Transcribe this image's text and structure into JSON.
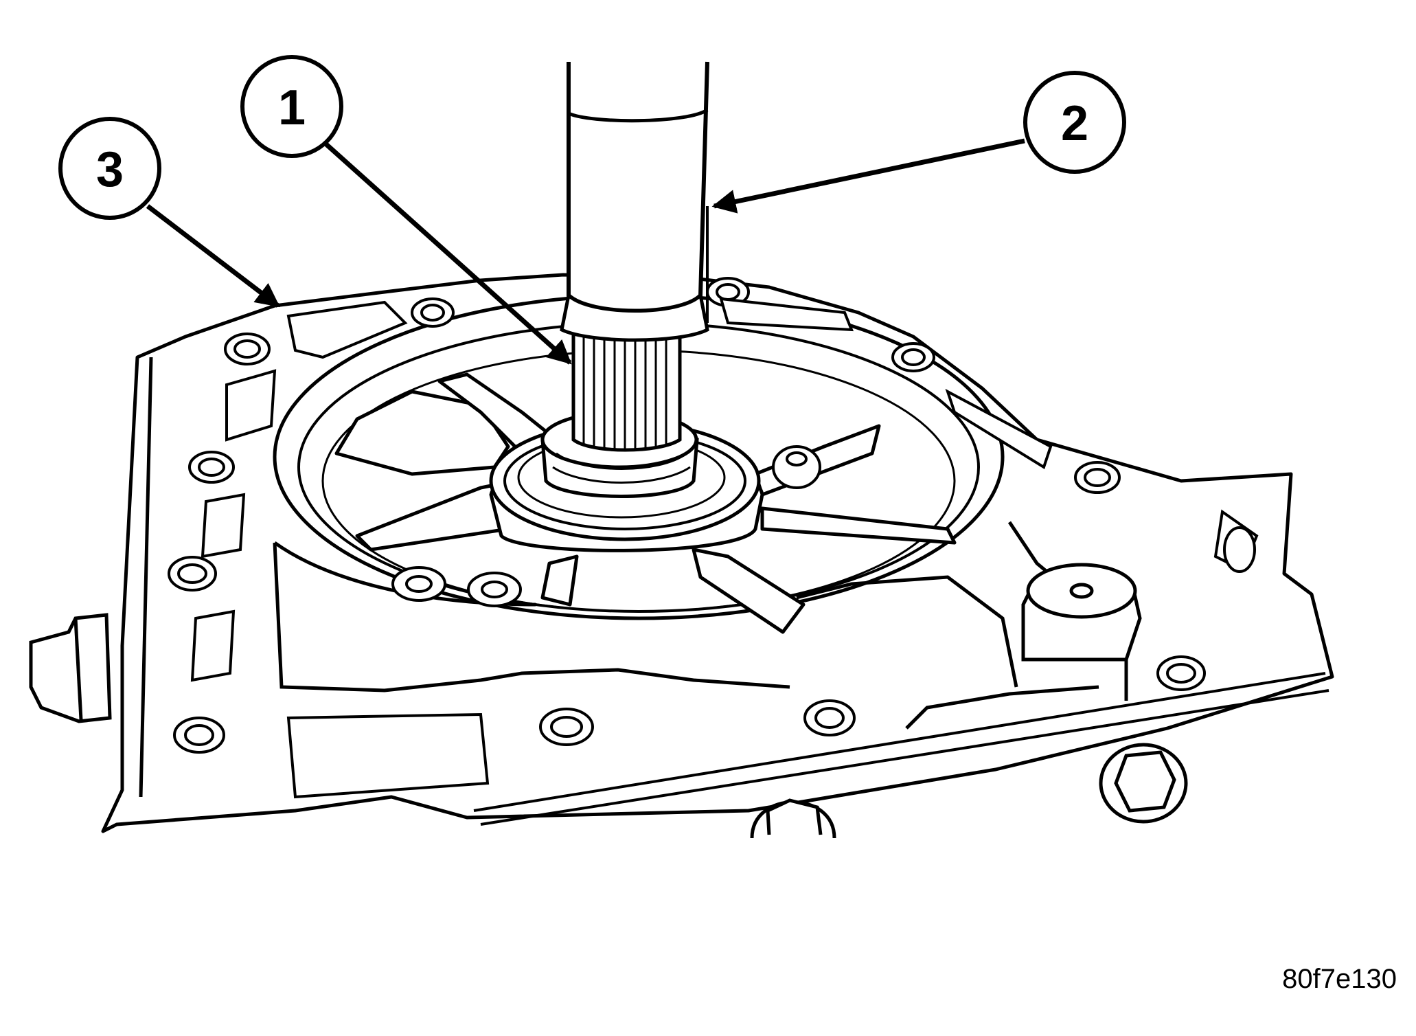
{
  "figure": {
    "id": "80f7e130",
    "callouts": [
      {
        "number": "1"
      },
      {
        "number": "2"
      },
      {
        "number": "3"
      }
    ],
    "colors": {
      "line": "#000000",
      "background": "#ffffff"
    }
  }
}
